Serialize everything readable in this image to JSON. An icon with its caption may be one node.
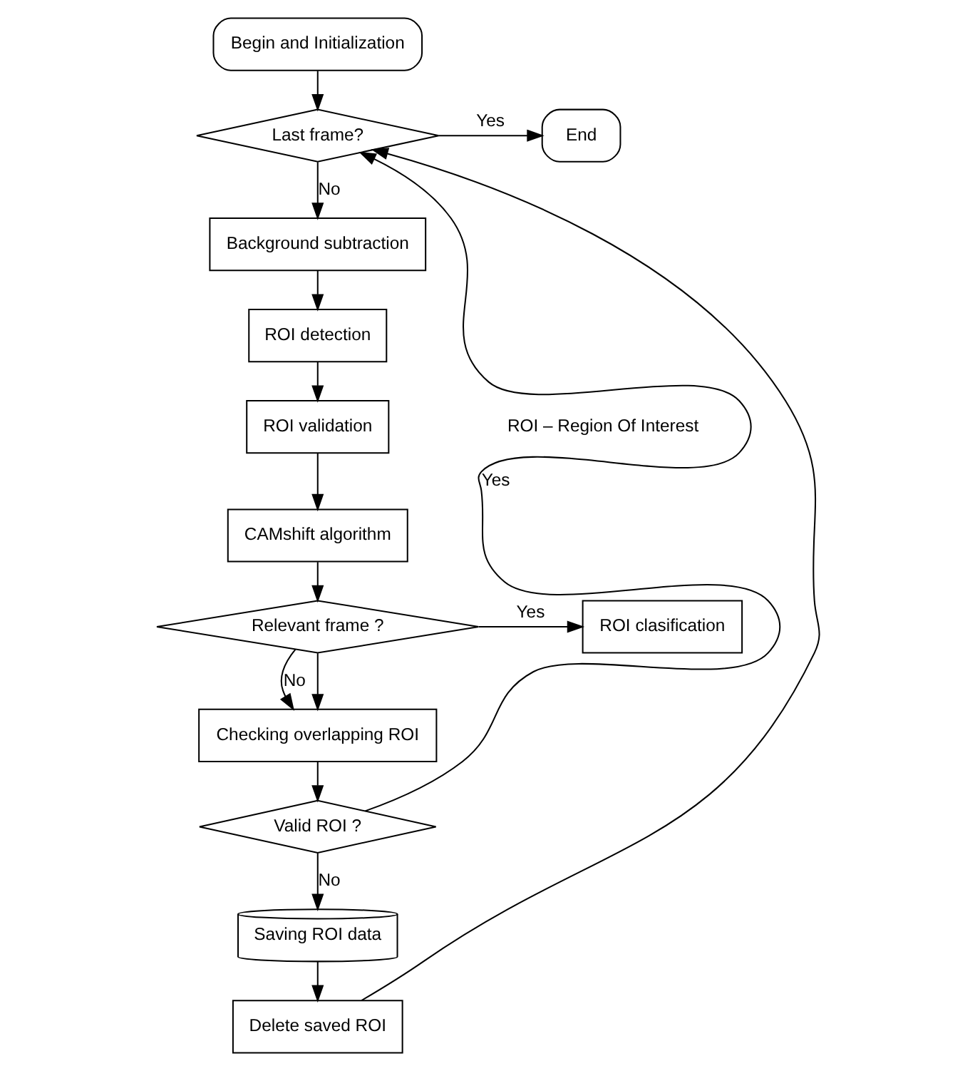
{
  "diagram": {
    "nodes": [
      {
        "text": [
          "Begin and Initialization"
        ]
      },
      {
        "text": [
          "Last frame?"
        ]
      },
      {
        "text": [
          "End"
        ]
      },
      {
        "text": [
          "Background subtraction"
        ]
      },
      {
        "text": [
          "ROI detection"
        ]
      },
      {
        "text": [
          "ROI validation"
        ]
      },
      {
        "text": [
          "CAMshift algorithm"
        ]
      },
      {
        "text": [
          "Relevant frame ?"
        ]
      },
      {
        "text": [
          "ROI clasification"
        ]
      },
      {
        "text": [
          "Checking overlapping ROI"
        ]
      },
      {
        "text": [
          "Valid ROI ?"
        ]
      },
      {
        "text": [
          "Saving ROI data"
        ]
      },
      {
        "text": [
          "Delete saved ROI"
        ]
      }
    ],
    "edges": [
      {
        "from": 0,
        "to": 1,
        "arrow": "to"
      },
      {
        "from": 1,
        "to": 2,
        "arrow": "to",
        "label": "Yes"
      },
      {
        "from": 1,
        "to": 3,
        "arrow": "to",
        "label": "No"
      },
      {
        "from": 3,
        "to": 4,
        "arrow": "to"
      },
      {
        "from": 4,
        "to": 5,
        "arrow": "to"
      },
      {
        "from": 5,
        "to": 6,
        "arrow": "to"
      },
      {
        "from": 6,
        "to": 7,
        "arrow": "to"
      },
      {
        "from": 7,
        "to": 8,
        "arrow": "to",
        "label": "Yes"
      },
      {
        "from": 7,
        "to": 9,
        "arrow": "to",
        "label": "No"
      },
      {
        "from": 7,
        "to": 9,
        "arrow": "to"
      },
      {
        "from": 9,
        "to": 10,
        "arrow": "to"
      },
      {
        "from": 10,
        "to": 1,
        "arrow": "to",
        "label": "Yes"
      },
      {
        "from": 10,
        "to": 11,
        "arrow": "to",
        "label": "No"
      },
      {
        "from": 11,
        "to": 12,
        "arrow": "to"
      },
      {
        "from": 12,
        "to": 1,
        "arrow": "to"
      }
    ],
    "labels": [
      "ROI – Region Of Interest"
    ]
  }
}
